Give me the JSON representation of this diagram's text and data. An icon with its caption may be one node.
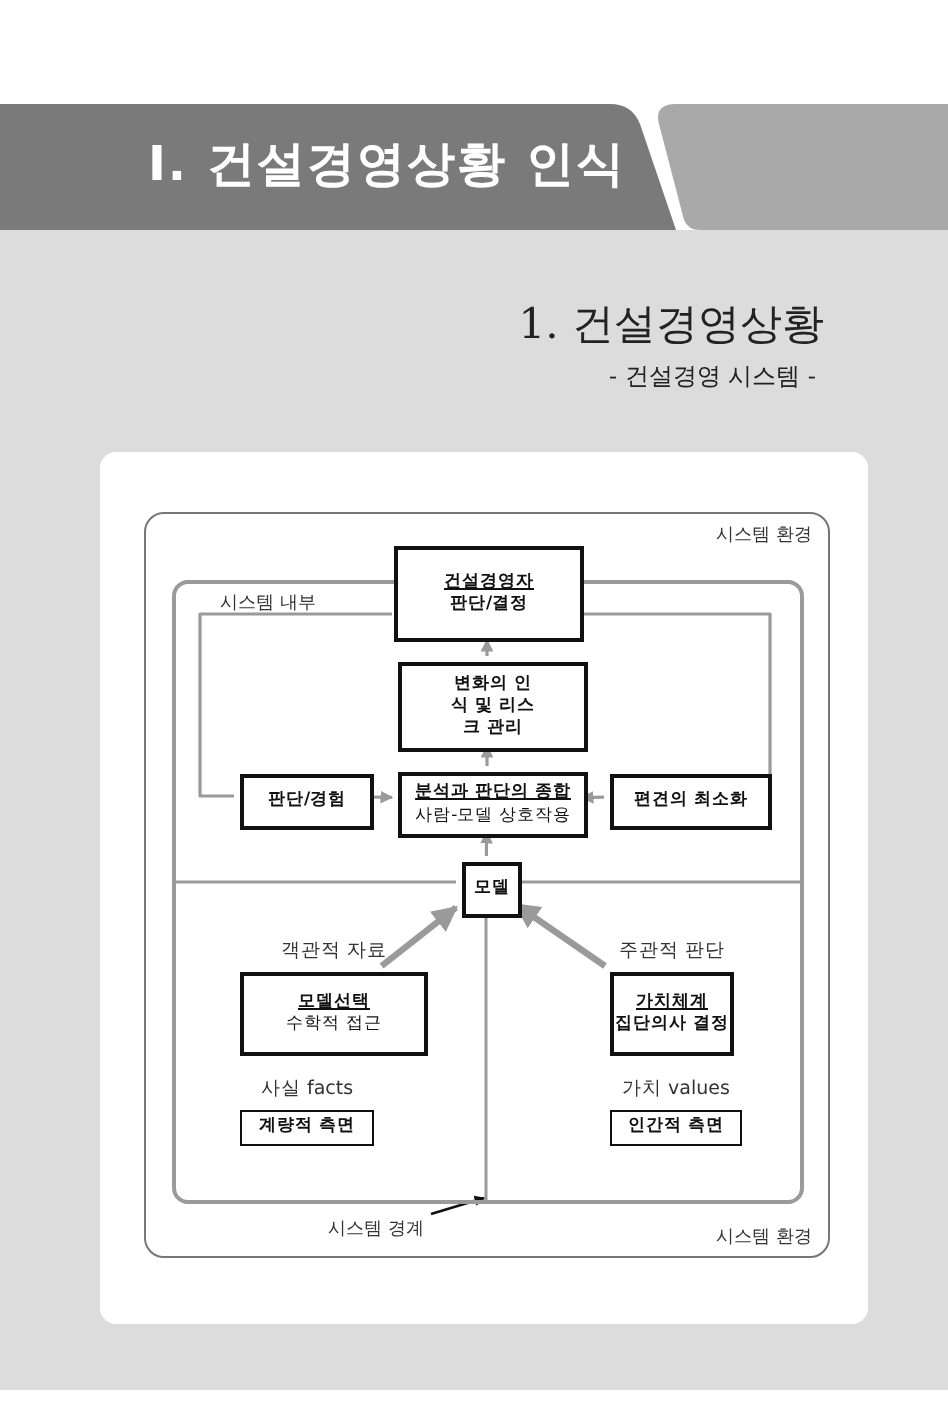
{
  "diagram": {
    "title": "Ⅰ. 건설경영상황 인식",
    "nodes": [
      {
        "text": [
          "시스템 환경",
          "시스템 환경"
        ]
      },
      {
        "text": [
          "시스템 내부"
        ],
        "in": 0
      },
      {
        "text": [
          "건설경영자",
          "판단/결정"
        ],
        "in": 0
      },
      {
        "text": [
          "변화의 인식 및 리스크 관리"
        ],
        "in": 1
      },
      {
        "text": [
          "판단/경험"
        ],
        "in": 1
      },
      {
        "text": [
          "분석과 판단의 종합",
          "사람-모델 상호작용"
        ],
        "in": 1
      },
      {
        "text": [
          "편견의 최소화"
        ],
        "in": 1
      },
      {
        "text": [
          "모델"
        ],
        "in": 1
      },
      {
        "text": [
          "모델선택",
          "수학적 접근"
        ],
        "in": 1,
        "beside": [
          "객관적 자료"
        ]
      },
      {
        "text": [
          "가치체계",
          "집단의사 결정"
        ],
        "in": 1,
        "beside": [
          "주관적 판단"
        ]
      },
      {
        "text": [
          "계량적 측면"
        ],
        "in": 1,
        "beside": [
          "사실 facts"
        ]
      },
      {
        "text": [
          "인간적 측면"
        ],
        "in": 1,
        "beside": [
          "가치 values"
        ]
      },
      {
        "text": [
          "시스템 경계"
        ],
        "in": 0
      }
    ],
    "edges": [
      {
        "from": 3,
        "to": 2,
        "arrow": "to"
      },
      {
        "from": 5,
        "to": 3,
        "arrow": "to"
      },
      {
        "from": 4,
        "to": 5,
        "arrow": "to"
      },
      {
        "from": 6,
        "to": 5,
        "arrow": "to"
      },
      {
        "from": 7,
        "to": 5,
        "arrow": "to"
      },
      {
        "from": 8,
        "to": 7,
        "arrow": "to",
        "style": "thick"
      },
      {
        "from": 9,
        "to": 7,
        "arrow": "to",
        "style": "thick"
      },
      {
        "from": 4,
        "to": 2,
        "arrow": "none"
      },
      {
        "from": 2,
        "to": 6,
        "arrow": "none"
      },
      {
        "from": 12,
        "to": 1,
        "arrow": "to",
        "color": "#111111"
      }
    ],
    "labels": [
      "1. 건설경영상황",
      "- 건설경영 시스템 -"
    ]
  }
}
